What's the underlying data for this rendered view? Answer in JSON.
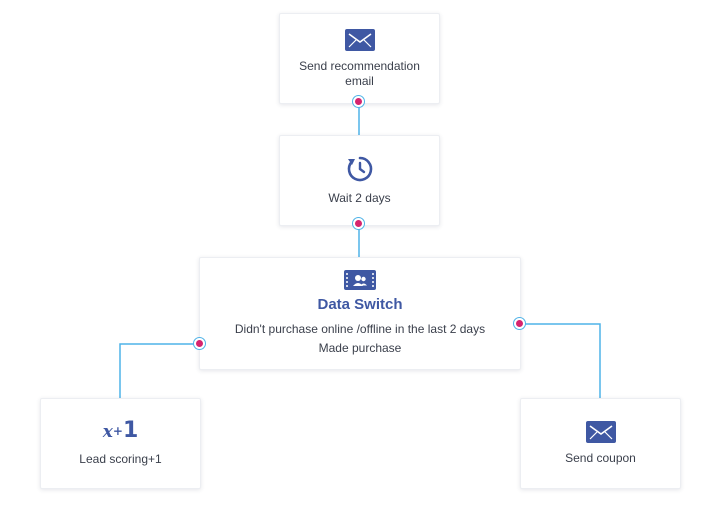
{
  "nodes": {
    "send_email": {
      "label": "Send recommendation email",
      "icon": "envelope-icon"
    },
    "wait": {
      "label": "Wait 2 days",
      "icon": "timer-icon"
    },
    "data_switch": {
      "title": "Data Switch",
      "icon": "contact-card-icon",
      "conditions": [
        "Didn't purchase online /offline in the last 2 days",
        "Made purchase"
      ]
    },
    "lead_scoring": {
      "label": "Lead scoring+1",
      "badge": {
        "x": "x",
        "plus": "+",
        "one": "1"
      }
    },
    "send_coupon": {
      "label": "Send coupon",
      "icon": "envelope-icon"
    }
  },
  "colors": {
    "accent": "#3f58a3",
    "connector": "#4fb3e8",
    "port": "#d6246e",
    "text": "#3a3f4b"
  }
}
